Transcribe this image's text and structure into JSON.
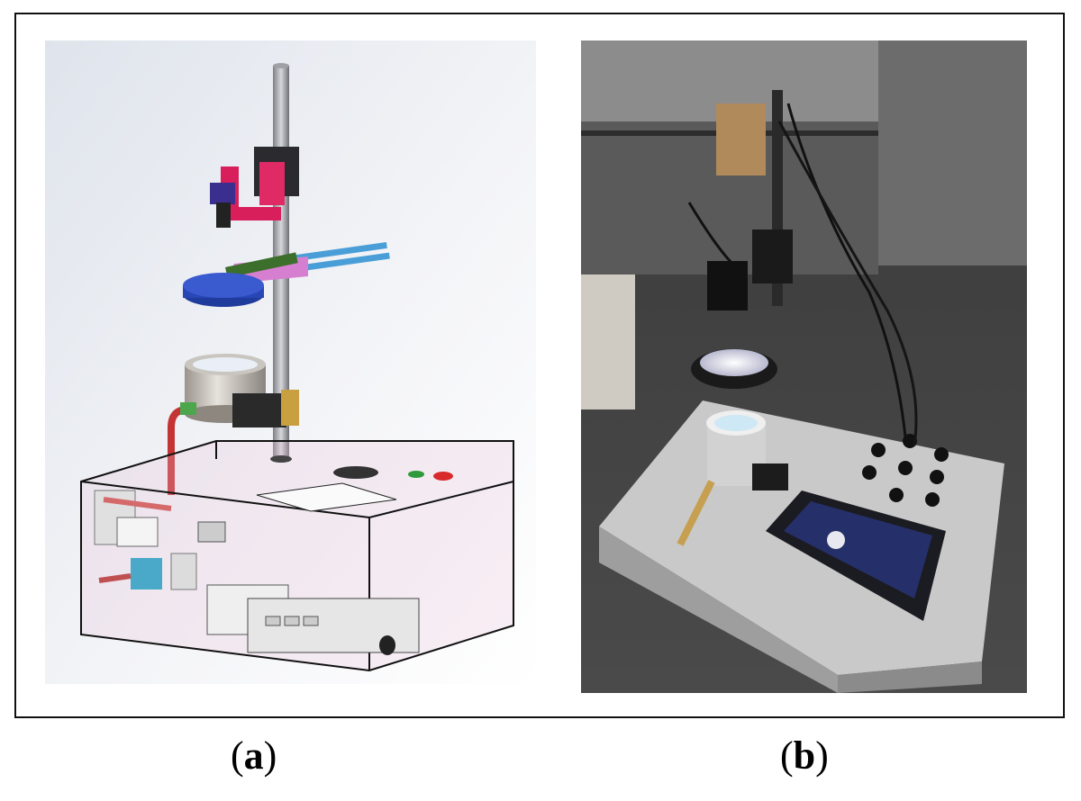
{
  "figure": {
    "panels": [
      {
        "id": "a",
        "label_open": "(",
        "label_letter": "a",
        "label_close": ")",
        "kind": "cad-rendering"
      },
      {
        "id": "b",
        "label_open": "(",
        "label_letter": "b",
        "label_close": ")",
        "kind": "photograph"
      }
    ]
  }
}
